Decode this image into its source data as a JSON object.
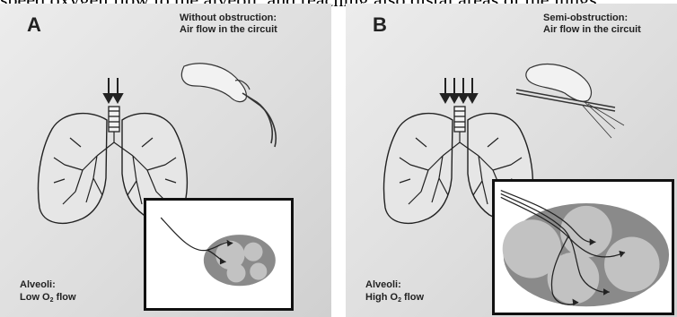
{
  "caption_fragment": "speed oxygen flow to the alveoli, and reaching also distal areas of the lungs",
  "panels": [
    {
      "letter": "A",
      "obstruction_title": "Without obstruction:",
      "obstruction_sub": "Air flow in the circuit",
      "alveoli_label": "Alveoli:",
      "flow_prefix": "Low O",
      "flow_sub": "2",
      "flow_suffix": " flow"
    },
    {
      "letter": "B",
      "obstruction_title": "Semi-obstruction:",
      "obstruction_sub": "Air flow in the circuit",
      "alveoli_label": "Alveoli:",
      "flow_prefix": "High O",
      "flow_sub": "2",
      "flow_suffix": " flow"
    }
  ],
  "colors": {
    "panel_bg": "#dedede",
    "alveoli_dark": "#8a8a8a",
    "alveoli_light": "#c2c2c2",
    "line": "#222222"
  }
}
